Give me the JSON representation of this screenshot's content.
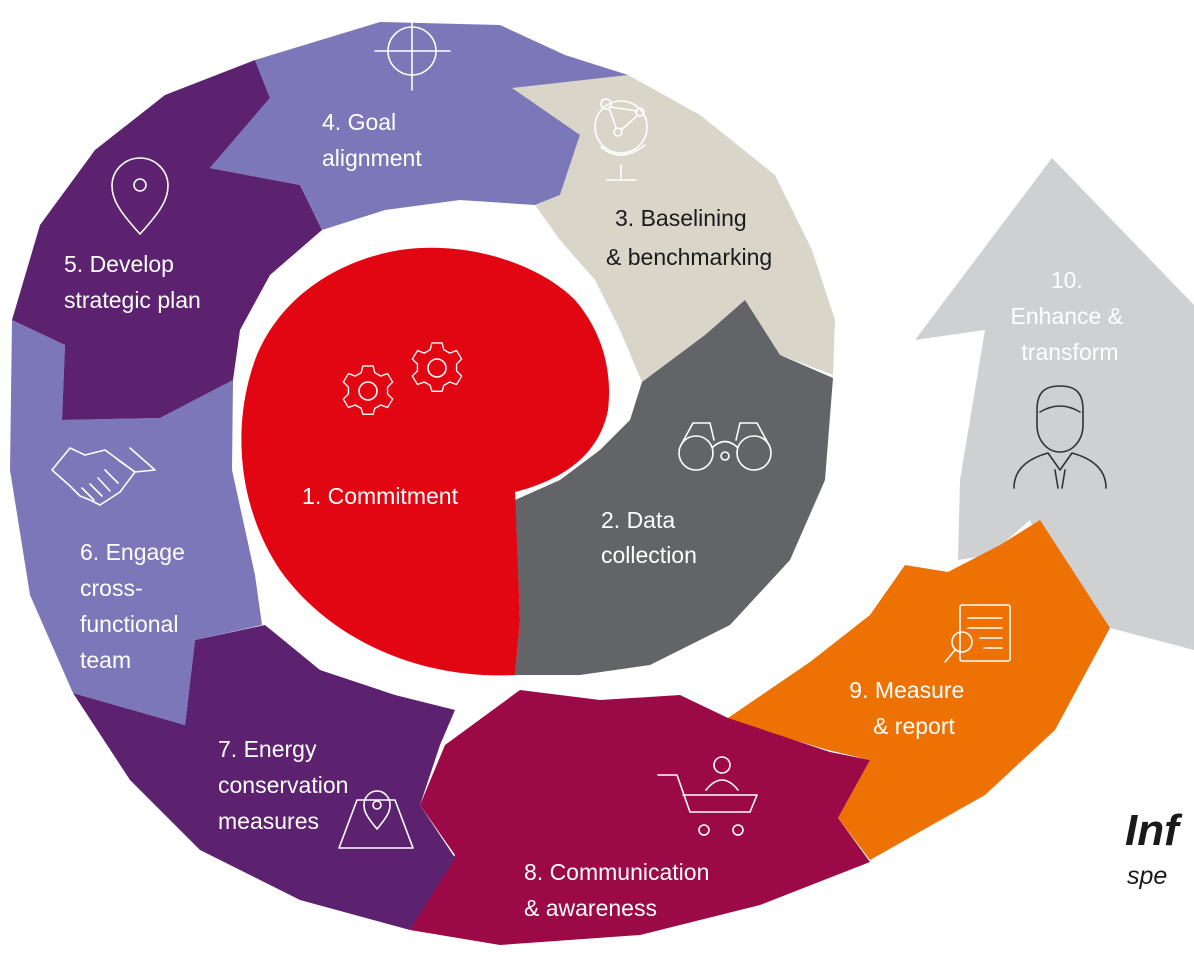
{
  "steps": [
    {
      "number": "1.",
      "lines": [
        "1. Commitment"
      ],
      "icon": "gears-icon",
      "color": "#e20613"
    },
    {
      "number": "2.",
      "lines": [
        "2. Data",
        "collection"
      ],
      "icon": "binoculars-icon",
      "color": "#636468"
    },
    {
      "number": "3.",
      "lines": [
        "3. Baselining",
        "& benchmarking"
      ],
      "icon": "globe-icon",
      "color": "#d9d5c8"
    },
    {
      "number": "4.",
      "lines": [
        "4. Goal",
        "alignment"
      ],
      "icon": "crosshair-icon",
      "color": "#7b77b8"
    },
    {
      "number": "5.",
      "lines": [
        "5. Develop",
        "strategic plan"
      ],
      "icon": "map-pin-icon",
      "color": "#5c2270"
    },
    {
      "number": "6.",
      "lines": [
        "6. Engage",
        "cross-",
        "functional",
        "team"
      ],
      "icon": "handshake-icon",
      "color": "#7b77b8"
    },
    {
      "number": "7.",
      "lines": [
        "7. Energy",
        "conservation",
        "measures"
      ],
      "icon": "map-location-icon",
      "color": "#5c2270"
    },
    {
      "number": "8.",
      "lines": [
        "8. Communication",
        "& awareness"
      ],
      "icon": "shopping-cart-icon",
      "color": "#9b0a46"
    },
    {
      "number": "9.",
      "lines": [
        "9. Measure",
        "& report"
      ],
      "icon": "report-search-icon",
      "color": "#ee7203"
    },
    {
      "number": "10.",
      "lines": [
        "10.",
        "Enhance &",
        "transform"
      ],
      "icon": "person-icon",
      "color": "#cfd0d2"
    }
  ],
  "cut_text": {
    "heading": "Inf",
    "sub": "spe"
  }
}
